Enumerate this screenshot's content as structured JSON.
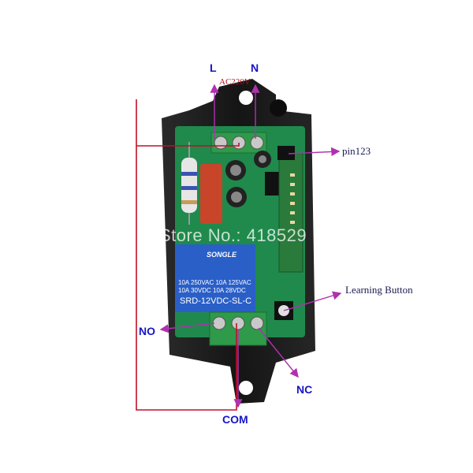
{
  "labels": {
    "L": "L",
    "N": "N",
    "ac": "AC220V",
    "pin": "pin123",
    "learning": "Learning Button",
    "no": "NO",
    "com": "COM",
    "nc": "NC"
  },
  "relay": {
    "brand": "SONGLE",
    "rating1": "10A 250VAC  10A 125VAC",
    "rating2": "10A  30VDC  10A  28VDC",
    "model": "SRD-12VDC-SL-C"
  },
  "watermark": "Store No.: 418529",
  "colors": {
    "wire": "#c0102a",
    "arrow": "#b030b0",
    "pcb": "#1f8a4c",
    "terminal": "#2f9a4a",
    "relay": "#2a5fc8",
    "case": "#1b1b1b"
  }
}
